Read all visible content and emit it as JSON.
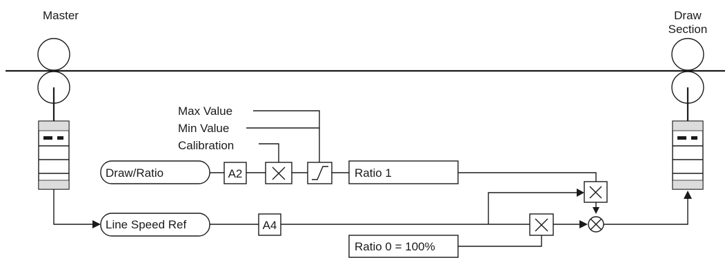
{
  "labels": {
    "master": "Master",
    "draw_section_line1": "Draw",
    "draw_section_line2": "Section",
    "max_value": "Max Value",
    "min_value": "Min Value",
    "calibration": "Calibration",
    "draw_ratio": "Draw/Ratio",
    "a2": "A2",
    "a4": "A4",
    "ratio1": "Ratio 1",
    "line_speed_ref": "Line Speed Ref",
    "ratio0": "Ratio 0 = 100%"
  },
  "icons": {
    "multiply": "multiply-icon",
    "ramp_limiter": "ramp-limiter-icon",
    "summing_junction": "summing-junction-icon",
    "drive": "drive-unit-icon",
    "roller": "roller-icon"
  },
  "colors": {
    "line": "#1a1a1a",
    "background": "#ffffff"
  }
}
